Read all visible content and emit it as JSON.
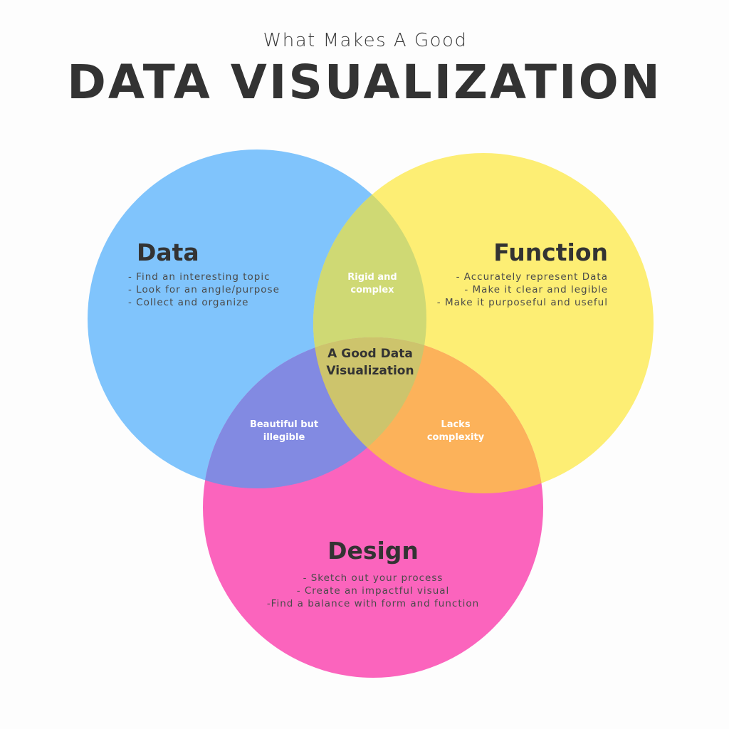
{
  "header": {
    "subtitle": "What Makes A Good",
    "title": "DATA VISUALIZATION"
  },
  "colors": {
    "data": "#80c4fc",
    "function": "#fdee74",
    "design": "#fb64bd",
    "data_function": "#cfd974",
    "data_design": "#828ae2",
    "function_design": "#fcb25a",
    "center": "#cdc46c",
    "background": "#fdfdfd"
  },
  "circles": {
    "data": {
      "heading": "Data",
      "bullets": [
        "- Find an interesting topic",
        "- Look for an angle/purpose",
        "- Collect and organize"
      ]
    },
    "function": {
      "heading": "Function",
      "bullets": [
        "- Accurately represent Data",
        "- Make it clear and legible",
        "- Make it purposeful and useful"
      ]
    },
    "design": {
      "heading": "Design",
      "bullets": [
        "- Sketch out your process",
        "- Create an impactful visual",
        "-Find a balance with form and function"
      ]
    }
  },
  "overlaps": {
    "data_function": [
      "Rigid and",
      "complex"
    ],
    "data_design": [
      "Beautiful but",
      "illegible"
    ],
    "function_design": [
      "Lacks",
      "complexity"
    ],
    "center": [
      "A Good Data",
      "Visualization"
    ]
  }
}
